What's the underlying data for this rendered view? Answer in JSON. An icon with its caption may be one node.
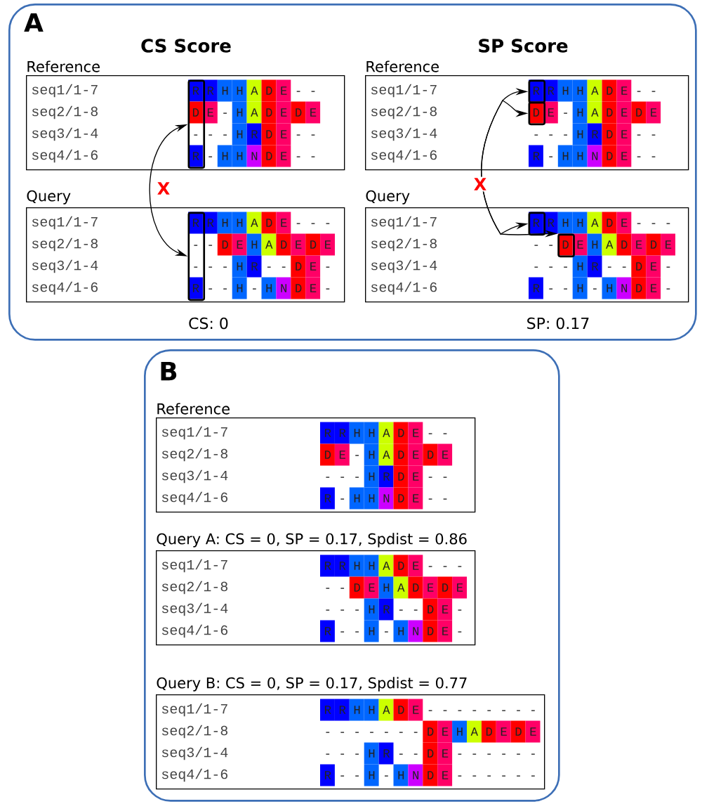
{
  "diagram": {
    "nodes": [
      {
        "text": [
          "A"
        ]
      },
      {
        "text": [
          "Reference",
          "seq1/1-7",
          "R R H H A D E - -",
          "seq2/1-8",
          "D E - H A D E D E",
          "seq3/1-4",
          "- - - H R D E - -",
          "seq4/1-6",
          "R - H H N D E - -"
        ],
        "in": 0
      },
      {
        "text": [
          "Query",
          "seq1/1-7",
          "R R H H A D E - - -",
          "seq2/1-8",
          "- - D E H A D E D E",
          "seq3/1-4",
          "- - - H R - - D E -",
          "seq4/1-6",
          "R - - H - H N D E -"
        ],
        "in": 0
      },
      {
        "text": [
          "Reference",
          "seq1/1-7",
          "R R H H A D E - -",
          "seq2/1-8",
          "D E - H A D E D E",
          "seq3/1-4",
          "- - - H R D E - -",
          "seq4/1-6",
          "R - H H N D E - -"
        ],
        "in": 0
      },
      {
        "text": [
          "Query",
          "seq1/1-7",
          "R R H H A D E - - -",
          "seq2/1-8",
          "- - D E H A D E D E",
          "seq3/1-4",
          "- - - H R - - D E -",
          "seq4/1-6",
          "R - - H - H N D E -"
        ],
        "in": 0
      },
      {
        "text": [],
        "shape": "box",
        "in": 1
      },
      {
        "text": [],
        "shape": "box",
        "in": 2
      },
      {
        "text": [],
        "shape": "box",
        "in": 3
      },
      {
        "text": [],
        "shape": "box",
        "in": 3
      },
      {
        "text": [],
        "shape": "box",
        "in": 4
      },
      {
        "text": [],
        "shape": "box",
        "in": 4
      },
      {
        "text": [
          "B"
        ]
      },
      {
        "text": [
          "Reference",
          "seq1/1-7",
          "R R H H A D E - -",
          "seq2/1-8",
          "D E - H A D E D E",
          "seq3/1-4",
          "- - - H R D E - -",
          "seq4/1-6",
          "R - H H N D E - -"
        ],
        "in": 11
      },
      {
        "text": [
          "Query A: CS = 0, SP = 0.17, Spdist = 0.86",
          "seq1/1-7",
          "R R H H A D E - - -",
          "seq2/1-8",
          "- - D E H A D E D E",
          "seq3/1-4",
          "- - - H R - - D E -",
          "seq4/1-6",
          "R - - H - H N D E -"
        ],
        "in": 11
      },
      {
        "text": [
          "Query B: CS = 0, SP = 0.17, Spdist = 0.77",
          "seq1/1-7",
          "R R H H A D E - - - - - - - -",
          "seq2/1-8",
          "- - - - - - - D E H A D E D E",
          "seq3/1-4",
          "- - - H R - - D E - - - - - -",
          "seq4/1-6",
          "R - - H - H N D E - - - - - -"
        ],
        "in": 11
      }
    ],
    "edges": [
      {
        "from": 5,
        "to": 6,
        "arrow": "both",
        "label": "X"
      },
      {
        "from": 7,
        "to": 9,
        "arrow": "both",
        "label": "X"
      },
      {
        "from": 8,
        "to": 10,
        "arrow": "both"
      }
    ],
    "labels": [
      "CS Score",
      "SP Score",
      "CS: 0",
      "SP: 0.17"
    ]
  }
}
